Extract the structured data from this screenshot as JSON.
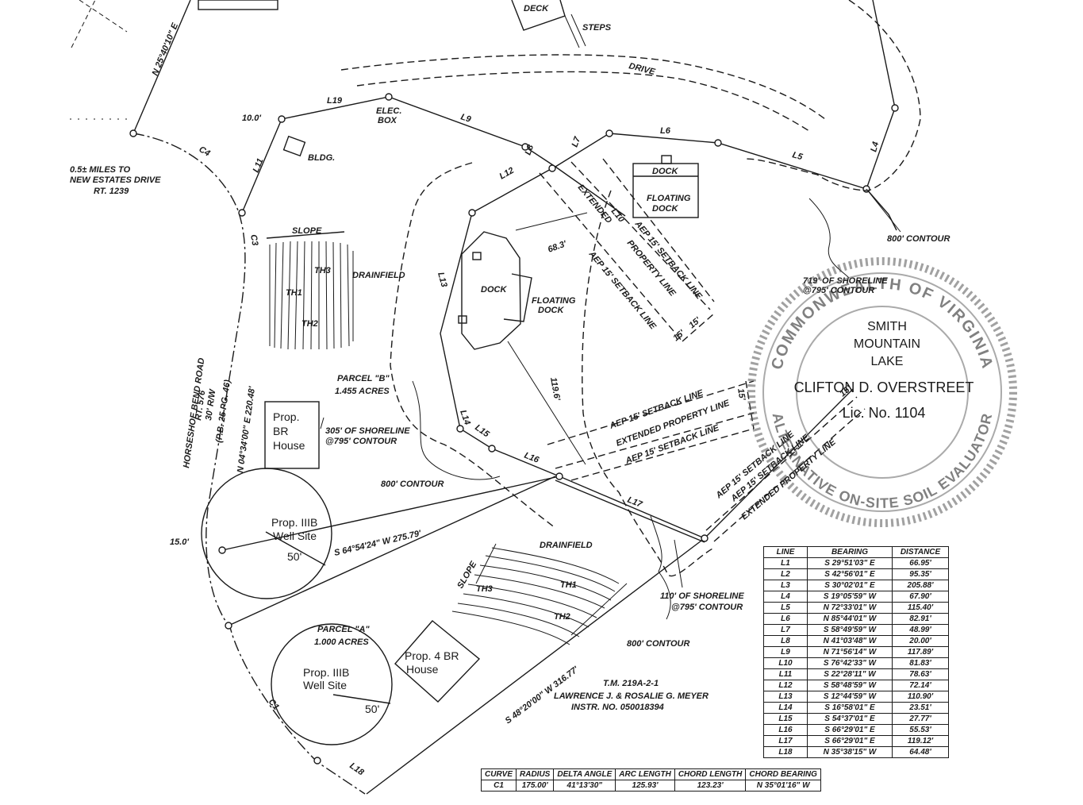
{
  "labels": {
    "deck": "DECK",
    "steps": "STEPS",
    "drive": "DRIVE",
    "bearing_top": "N 25°40'10\" E",
    "l19": "L19",
    "dist_10": "10.0'",
    "elec_box_1": "ELEC.",
    "elec_box_2": "BOX",
    "l9": "L9",
    "l8": "L8",
    "l7": "L7",
    "l6": "L6",
    "l5": "L5",
    "l4": "L4",
    "bldg": "BLDG.",
    "l11": "L11",
    "c4": "C4",
    "c3": "C3",
    "c1": "C1",
    "miles_1": "0.5± MILES TO",
    "miles_2": "NEW ESTATES DRIVE",
    "miles_3": "RT. 1239",
    "dock_top": "DOCK",
    "floating_dock_1a": "FLOATING",
    "floating_dock_1b": "DOCK",
    "contour_800_right": "800' CONTOUR",
    "l12": "L12",
    "l10": "L10",
    "extended": "EXTENDED",
    "aep_setback_1": "AEP 15' SETBACK LINE",
    "property_line": "PROPERTY LINE",
    "aep_setback_2": "AEP 15' SETBACK LINE",
    "dist_15a": "15'",
    "dist_15b": "15'",
    "slope_1": "SLOPE",
    "drainfield_1": "DRAINFIELD",
    "th3": "TH3",
    "th1": "TH1",
    "th2": "TH2",
    "dist_683": "68.3'",
    "dock_mid": "DOCK",
    "floating_dock_2a": "FLOATING",
    "floating_dock_2b": "DOCK",
    "l13": "L13",
    "shoreline_719_1": "719' OF SHORELINE",
    "shoreline_719_2": "@795' CONTOUR",
    "horseshoe_road": "HORSESHOE BEND ROAD",
    "rt_576": "RT. 576",
    "row_30": "30' R/W",
    "pb_ref": "(P.B. 25 PG. 46)",
    "bearing_west": "N 04°34'00\" E   220.48'",
    "parcel_b_1": "PARCEL \"B\"",
    "parcel_b_2": "1.455 ACRES",
    "dist_1196": "119.6'",
    "prop_br_1": "Prop.",
    "prop_br_2": "BR",
    "prop_br_3": "House",
    "shoreline_305_1": "305' OF SHORELINE",
    "shoreline_305_2": "@795' CONTOUR",
    "l14": "L14",
    "l15": "L15",
    "l16": "L16",
    "l17": "L17",
    "aep_setback_3": "AEP 15' SETBACK LINE",
    "ext_property_1": "EXTENDED PROPERTY LINE",
    "aep_setback_4": "AEP 15' SETBACK LINE",
    "dist_15c": "15'",
    "contour_800_mid": "800' CONTOUR",
    "aep_setback_5": "AEP 15' SETBACK LINE",
    "aep_setback_6": "AEP 15' SETBACK LINE",
    "ext_property_2": "EXTENDED PROPERTY LINE",
    "dist_15d": "15'",
    "well_1a": "Prop. IIIB",
    "well_1b": "Well Site",
    "radius_50a": "50'",
    "dist_15_left": "15.0'",
    "bearing_mid": "S 64°54'24\" W   275.79'",
    "drainfield_2": "DRAINFIELD",
    "slope_2": "SLOPE",
    "th1b": "TH1",
    "th2b": "TH2",
    "th3b": "TH3",
    "shoreline_110_1": "110' OF SHORELINE",
    "shoreline_110_2": "@795' CONTOUR",
    "contour_800_bottom": "800' CONTOUR",
    "parcel_a_1": "PARCEL \"A\"",
    "parcel_a_2": "1.000 ACRES",
    "prop_4br_1": "Prop. 4 BR",
    "prop_4br_2": "House",
    "well_2a": "Prop. IIIB",
    "well_2b": "Well Site",
    "radius_50b": "50'",
    "bearing_bottom": "S 48°20'00\" W   316.77'",
    "tm_1": "T.M. 219A-2-1",
    "tm_2": "LAWRENCE J. & ROSALIE G. MEYER",
    "tm_3": "INSTR. NO. 050018394",
    "l18": "L18"
  },
  "seal": {
    "line1": "SMITH",
    "line2": "MOUNTAIN",
    "line3": "LAKE",
    "name": "CLIFTON D. OVERSTREET",
    "lic": "Lic. No. 1104",
    "ring_top": "COMMONWEALTH OF VIRGINIA",
    "ring_bottom": "ALTERNATIVE ON-SITE SOIL EVALUATOR"
  },
  "line_table": {
    "headers": [
      "LINE",
      "BEARING",
      "DISTANCE"
    ],
    "rows": [
      [
        "L1",
        "S 29°51'03\" E",
        "66.95'"
      ],
      [
        "L2",
        "S 42°56'01\" E",
        "95.35'"
      ],
      [
        "L3",
        "S 30°02'01\" E",
        "205.88'"
      ],
      [
        "L4",
        "S 19°05'59\" W",
        "67.90'"
      ],
      [
        "L5",
        "N 72°33'01\" W",
        "115.40'"
      ],
      [
        "L6",
        "N 85°44'01\" W",
        "82.91'"
      ],
      [
        "L7",
        "S 58°49'59\" W",
        "48.99'"
      ],
      [
        "L8",
        "N 41°03'48\" W",
        "20.00'"
      ],
      [
        "L9",
        "N 71°56'14\" W",
        "117.89'"
      ],
      [
        "L10",
        "S 76°42'33\" W",
        "81.83'"
      ],
      [
        "L11",
        "S 22°28'11\" W",
        "78.63'"
      ],
      [
        "L12",
        "S 58°48'59\" W",
        "72.14'"
      ],
      [
        "L13",
        "S 12°44'59\" W",
        "110.90'"
      ],
      [
        "L14",
        "S 16°58'01\" E",
        "23.51'"
      ],
      [
        "L15",
        "S 54°37'01\" E",
        "27.77'"
      ],
      [
        "L16",
        "S 66°29'01\" E",
        "55.53'"
      ],
      [
        "L17",
        "S 66°29'01\" E",
        "119.12'"
      ],
      [
        "L18",
        "N 35°38'15\" W",
        "64.48'"
      ]
    ]
  },
  "curve_table": {
    "headers": [
      "CURVE",
      "RADIUS",
      "DELTA ANGLE",
      "ARC LENGTH",
      "CHORD LENGTH",
      "CHORD BEARING"
    ],
    "rows": [
      [
        "C1",
        "175.00'",
        "41°13'30\"",
        "125.93'",
        "123.23'",
        "N 35°01'16\" W"
      ]
    ]
  }
}
